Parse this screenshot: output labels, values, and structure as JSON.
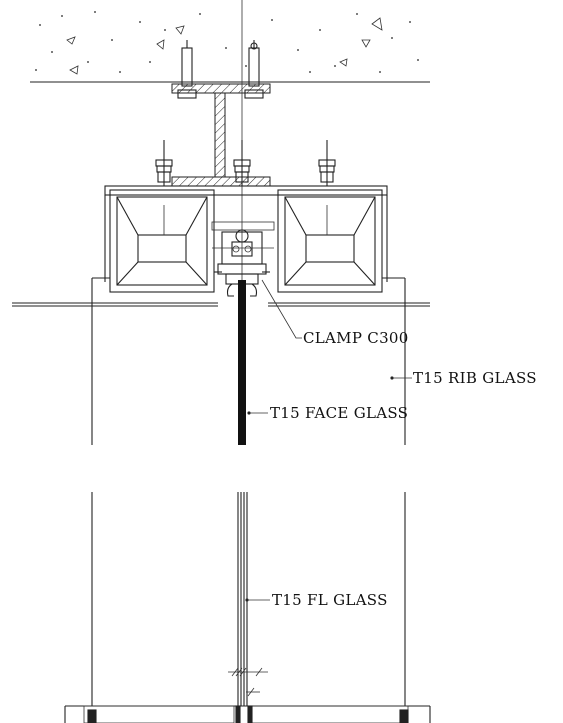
{
  "labels": {
    "clamp": "CLAMP C300",
    "rib_glass": "T15 RIB GLASS",
    "face_glass": "T15 FACE GLASS",
    "fl_glass": "T15 FL GLASS"
  },
  "colors": {
    "line": "#222222",
    "background": "#ffffff"
  }
}
